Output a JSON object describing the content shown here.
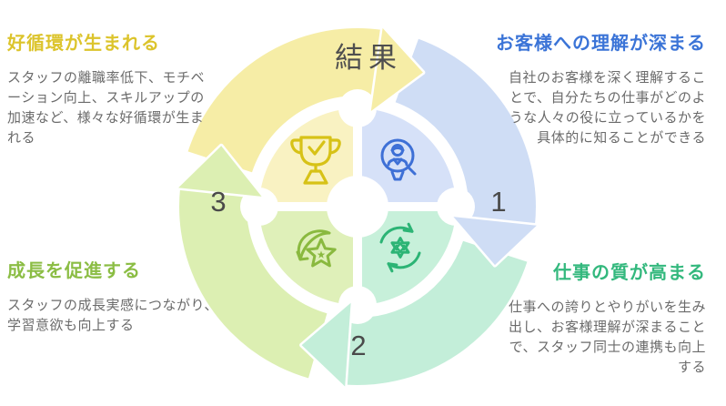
{
  "cycle": {
    "result_label": "結果",
    "step1_number": "1",
    "step2_number": "2",
    "step3_number": "3"
  },
  "callouts": {
    "top_left": {
      "heading": "好循環が生まれる",
      "lines": [
        "スタッフの離職率低下、モチベ",
        "ーション向上、スキルアップの",
        "加速など、様々な好循環が生ま",
        "れる"
      ]
    },
    "top_right": {
      "heading": "お客様への理解が深まる",
      "lines": [
        "自社のお客様を深く理解するこ",
        "とで、自分たちの仕事がどのよ",
        "うな人々の役に立っているかを",
        "具体的に知ることができる"
      ]
    },
    "bottom_left": {
      "heading": "成長を促進する",
      "lines": [
        "スタッフの成長実感につながり、",
        "学習意欲も向上する"
      ]
    },
    "bottom_right": {
      "heading": "仕事の質が高まる",
      "lines": [
        "仕事への誇りとやりがいを生み",
        "出し、お客様理解が深まること",
        "で、スタッフ同士の連携も向上",
        "する"
      ]
    }
  },
  "icons": {
    "top_left_quadrant": "trophy-check-icon",
    "top_right_quadrant": "customer-magnifier-icon",
    "bottom_left_quadrant": "star-growth-icon",
    "bottom_right_quadrant": "gear-cycle-icon"
  },
  "colors": {
    "heading_top_left": "#dcc42c",
    "heading_top_right": "#3b74d7",
    "heading_bottom_left": "#8bbd44",
    "heading_bottom_right": "#33b87d",
    "band_yellow": "#f6eda6",
    "band_blue": "#cfddf5",
    "band_teal": "#c3eed9",
    "band_green": "#dcefb2",
    "quadrant_yellow": "#f9f2c2",
    "quadrant_blue": "#d6e1f8",
    "quadrant_teal": "#c7f0da",
    "quadrant_green": "#dff0b9",
    "icon_yellow": "#d7c217",
    "icon_blue": "#3e70d6",
    "icon_green": "#8ab93f",
    "icon_teal": "#2cb475",
    "number_text": "#4a4a4a",
    "body_text": "#6b6b6b"
  }
}
